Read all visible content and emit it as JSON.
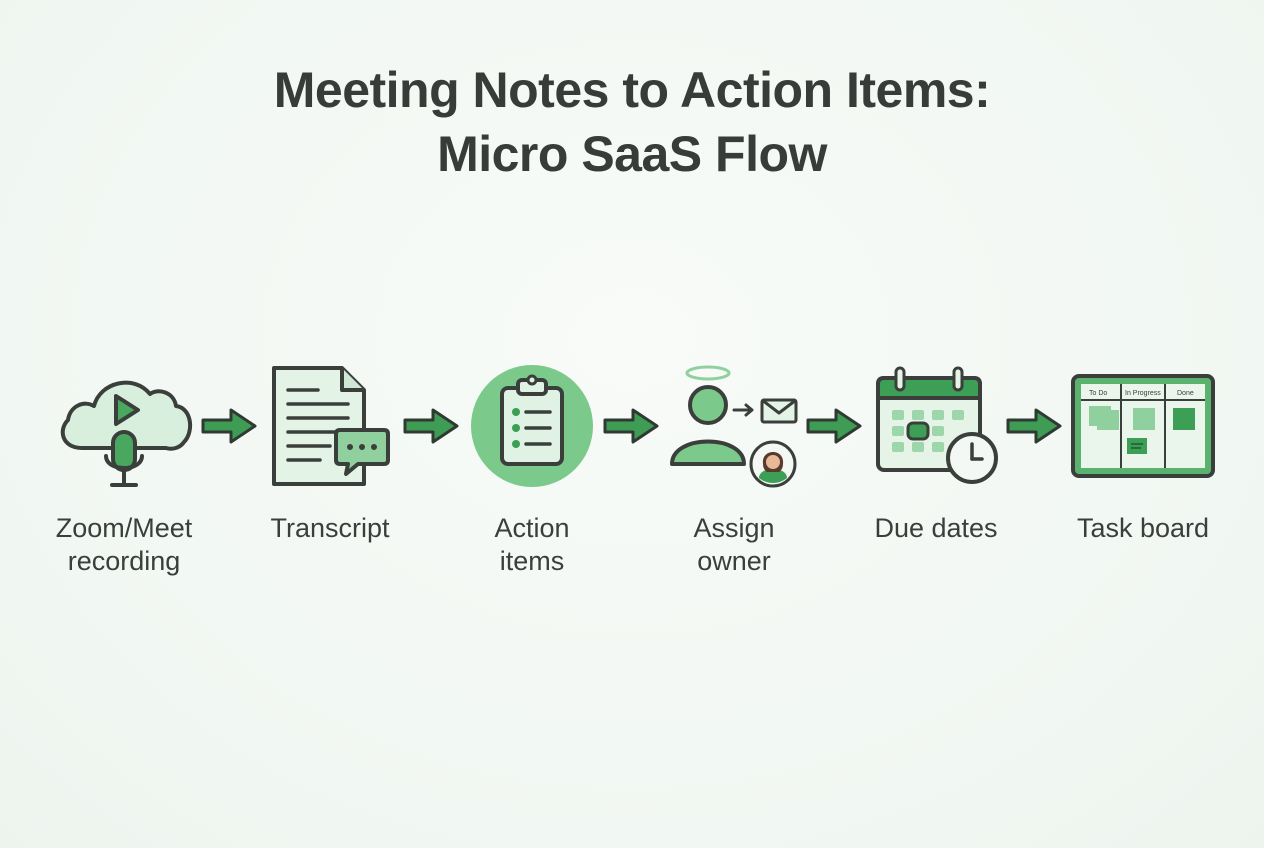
{
  "title": {
    "line1": "Meeting Notes to Action Items:",
    "line2": "Micro SaaS Flow"
  },
  "colors": {
    "outline": "#3a3f3c",
    "green_fill": "#d7eedb",
    "green_mid": "#7fcb8f",
    "green_dark": "#3d9e55",
    "arrow": "#3f9c55"
  },
  "steps": [
    {
      "icon": "cloud-recording-icon",
      "line1": "Zoom/Meet",
      "line2": "recording"
    },
    {
      "icon": "transcript-document-icon",
      "line1": "Transcript",
      "line2": ""
    },
    {
      "icon": "clipboard-checklist-icon",
      "line1": "Action",
      "line2": "items"
    },
    {
      "icon": "assign-owner-icon",
      "line1": "Assign",
      "line2": "owner"
    },
    {
      "icon": "calendar-clock-icon",
      "line1": "Due dates",
      "line2": ""
    },
    {
      "icon": "kanban-board-icon",
      "line1": "Task board",
      "line2": ""
    }
  ],
  "task_board": {
    "columns": [
      "To Do",
      "In Progress",
      "Done"
    ]
  }
}
